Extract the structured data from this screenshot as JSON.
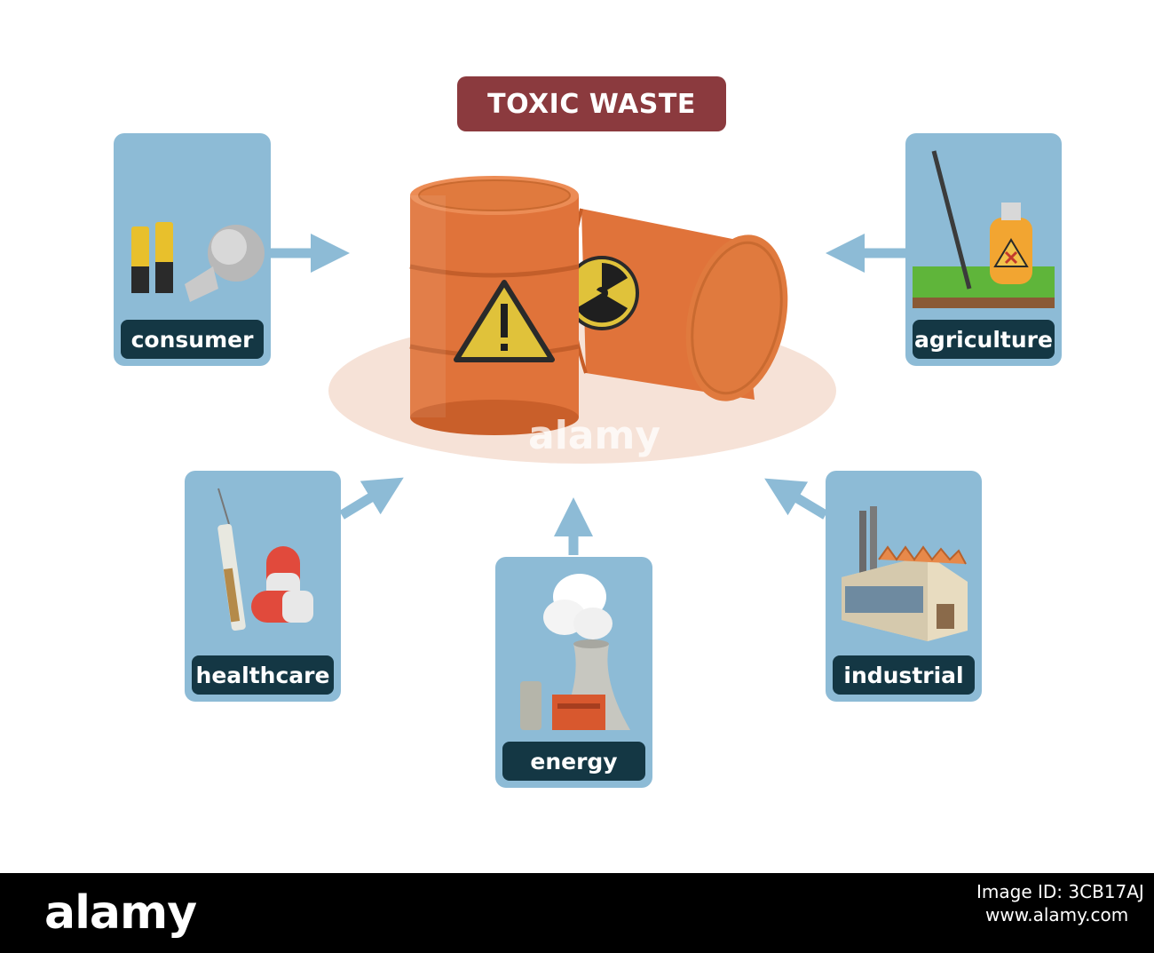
{
  "title": "TOXIC WASTE",
  "sources": [
    {
      "label": "consumer",
      "icon": "battery-lightbulb-icon"
    },
    {
      "label": "agriculture",
      "icon": "pesticide-sprayer-icon"
    },
    {
      "label": "healthcare",
      "icon": "syringe-pills-icon"
    },
    {
      "label": "energy",
      "icon": "power-plant-icon"
    },
    {
      "label": "industrial",
      "icon": "factory-icon"
    }
  ],
  "center_icon": "toxic-waste-barrels-icon",
  "watermark": "alamy",
  "footer": {
    "logo": "alamy",
    "image_id": "Image ID: 3CB17AJ",
    "url": "www.alamy.com"
  },
  "colors": {
    "title_bg": "#8b3a3e",
    "card_bg": "#8dbbd6",
    "label_bg": "#143744",
    "arrow": "#8dbbd6",
    "barrel": "#e0733a",
    "platform": "#f6e2d7"
  }
}
